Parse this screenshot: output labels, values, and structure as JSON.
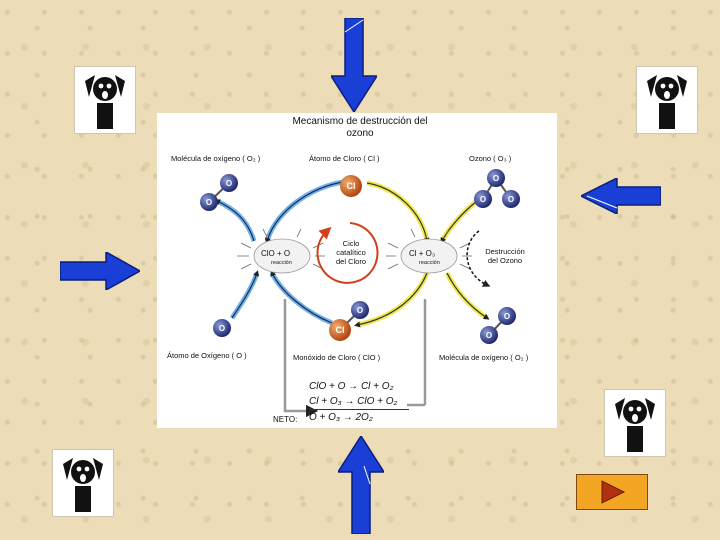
{
  "diagram": {
    "title_line1": "Mecanismo de destrucción del",
    "title_line2": "ozono",
    "labels": {
      "o2_molecule_top": "Molécula de oxígeno ( O₂ )",
      "chlorine_atom": "Átomo de Cloro ( Cl )",
      "ozone": "Ozono ( O₃ )",
      "oxygen_atom": "Átomo de Oxígeno ( O )",
      "chlorine_monoxide": "Monóxido de Cloro ( ClO )",
      "o2_molecule_bottom": "Molécula de oxígeno ( O₂ )",
      "cycle": "Ciclo\ncatalítico\ndel Cloro",
      "destruction": "Destrucción\ndel Ozono",
      "reaction_left": "ClO + O",
      "reaction_left_sub": "reacción",
      "reaction_right": "Cl + O₃",
      "reaction_right_sub": "reacción"
    },
    "atoms": {
      "o": "O",
      "cl": "Cl"
    },
    "equations": {
      "eq1": "ClO + O → Cl + O₂",
      "eq2": "Cl + O₃ → ClO + O₂",
      "net_label": "NETO:",
      "net": "O + O₃ → 2O₂"
    }
  },
  "navigation": {
    "arrow_color": "#1a3fd6",
    "play_button_color": "#f2a623"
  }
}
